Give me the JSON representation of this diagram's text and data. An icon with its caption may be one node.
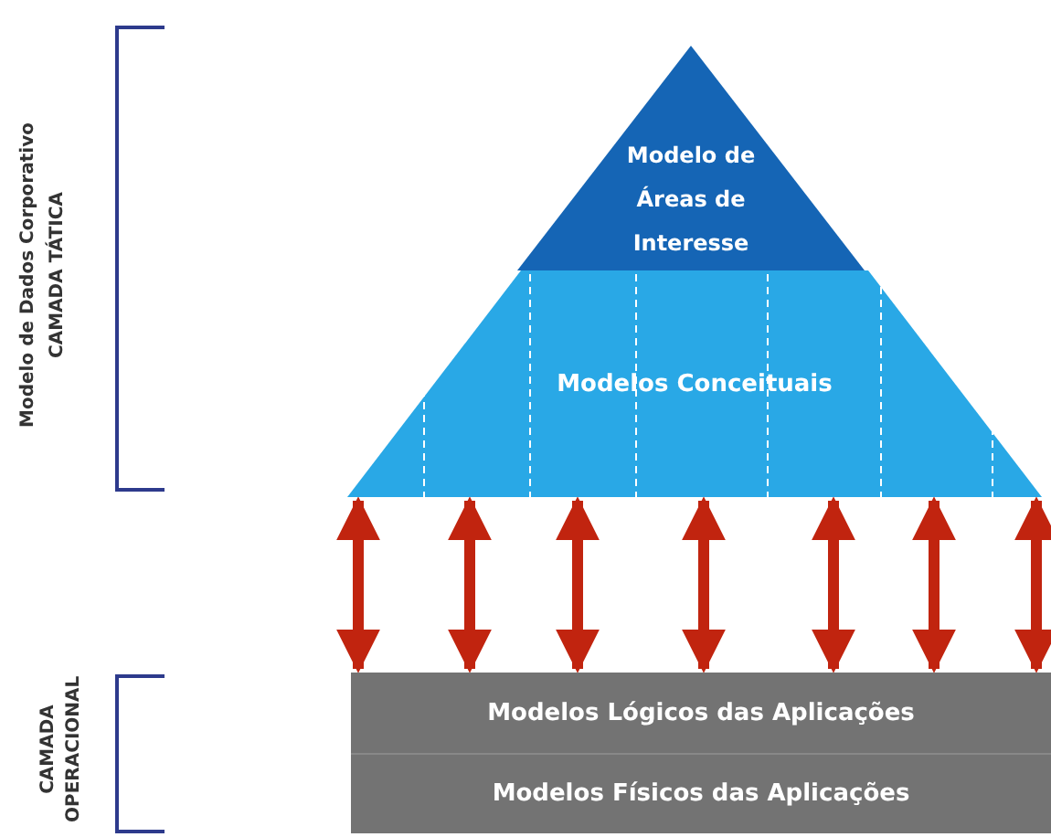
{
  "diagram": {
    "nodes": [
      {
        "text": [
          "Modelo de Áreas de Interesse"
        ]
      },
      {
        "text": [
          "Modelos Conceituais"
        ]
      },
      {
        "text": [
          "Modelos Lógicos das Aplicações"
        ]
      },
      {
        "text": [
          "Modelos Físicos das Aplicações"
        ]
      }
    ],
    "edges": [
      {
        "from": 1,
        "to": 2,
        "arrow": "both"
      },
      {
        "from": 1,
        "to": 2,
        "arrow": "both"
      },
      {
        "from": 1,
        "to": 2,
        "arrow": "both"
      },
      {
        "from": 1,
        "to": 2,
        "arrow": "both"
      },
      {
        "from": 1,
        "to": 2,
        "arrow": "both"
      },
      {
        "from": 1,
        "to": 2,
        "arrow": "both"
      },
      {
        "from": 1,
        "to": 2,
        "arrow": "both"
      }
    ],
    "labels": [
      "Modelo de Dados Corporativo",
      "CAMADA TÁTICA",
      "CAMADA OPERACIONAL"
    ]
  }
}
